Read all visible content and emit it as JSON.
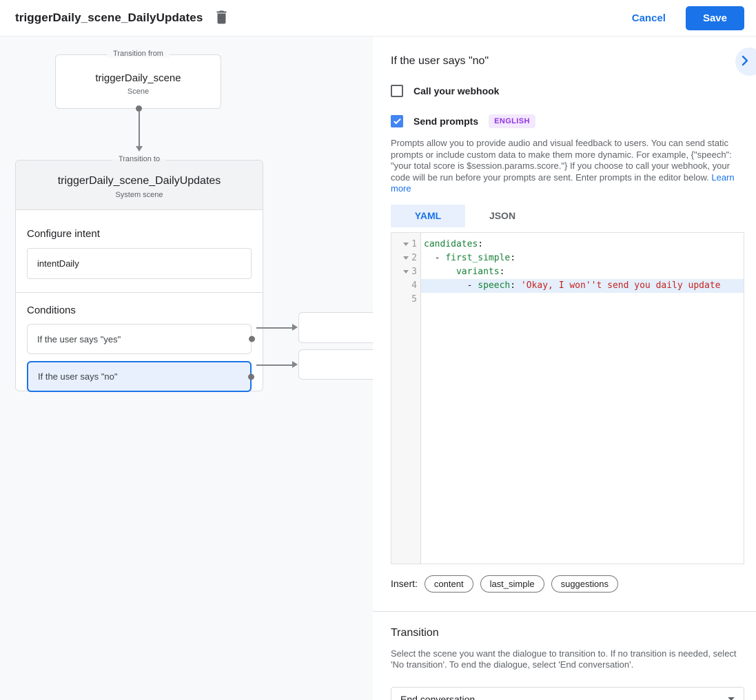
{
  "topbar": {
    "title": "triggerDaily_scene_DailyUpdates",
    "cancel_label": "Cancel",
    "save_label": "Save"
  },
  "canvas": {
    "from_box": {
      "legend": "Transition from",
      "name": "triggerDaily_scene",
      "type": "Scene"
    },
    "to_box": {
      "legend": "Transition to",
      "name": "triggerDaily_scene_DailyUpdates",
      "type": "System scene",
      "intent_label": "Configure intent",
      "intent_value": "intentDaily",
      "conditions_label": "Conditions",
      "conditions": [
        {
          "label": "If the user says \"yes\"",
          "selected": false
        },
        {
          "label": "If the user says \"no\"",
          "selected": true
        }
      ]
    }
  },
  "panel": {
    "title": "If the user says \"no\"",
    "webhook": {
      "label": "Call your webhook",
      "checked": false
    },
    "prompts": {
      "label": "Send prompts",
      "checked": true,
      "badge": "ENGLISH"
    },
    "description": "Prompts allow you to provide audio and visual feedback to users. You can send static prompts or include custom data to make them more dynamic. For example, {\"speech\": \"your total score is $session.params.score.\"} If you choose to call your webhook, your code will be run before your prompts are sent. Enter prompts in the editor below. ",
    "learn_more": "Learn more",
    "tabs": [
      {
        "label": "YAML",
        "active": true
      },
      {
        "label": "JSON",
        "active": false
      }
    ],
    "editor": {
      "lines": [
        {
          "num": "1",
          "tokens": [
            [
              "key",
              "candidates"
            ],
            [
              "plain",
              ":"
            ]
          ]
        },
        {
          "num": "2",
          "tokens": [
            [
              "plain",
              "  - "
            ],
            [
              "key",
              "first_simple"
            ],
            [
              "plain",
              ":"
            ]
          ]
        },
        {
          "num": "3",
          "tokens": [
            [
              "plain",
              "      "
            ],
            [
              "key",
              "variants"
            ],
            [
              "plain",
              ":"
            ]
          ]
        },
        {
          "num": "4",
          "tokens": [
            [
              "plain",
              "        - "
            ],
            [
              "key",
              "speech"
            ],
            [
              "plain",
              ": "
            ],
            [
              "str",
              "'Okay, I won''t send you daily update"
            ]
          ]
        },
        {
          "num": "5",
          "tokens": []
        }
      ]
    },
    "insert": {
      "label": "Insert:",
      "chips": [
        "content",
        "last_simple",
        "suggestions"
      ]
    },
    "transition": {
      "title": "Transition",
      "description": "Select the scene you want the dialogue to transition to. If no transition is needed, select 'No transition'. To end the dialogue, select 'End conversation'.",
      "select_value": "End conversation"
    }
  },
  "colors": {
    "accent_blue": "#1a73e8",
    "checkbox_blue": "#4285f4",
    "selected_bg": "#e8f0fe",
    "badge_bg": "#f3e8fd",
    "badge_text": "#9334e6",
    "yaml_key_green": "#188038",
    "yaml_string_red": "#c5221f",
    "canvas_bg": "#f8f9fa"
  }
}
